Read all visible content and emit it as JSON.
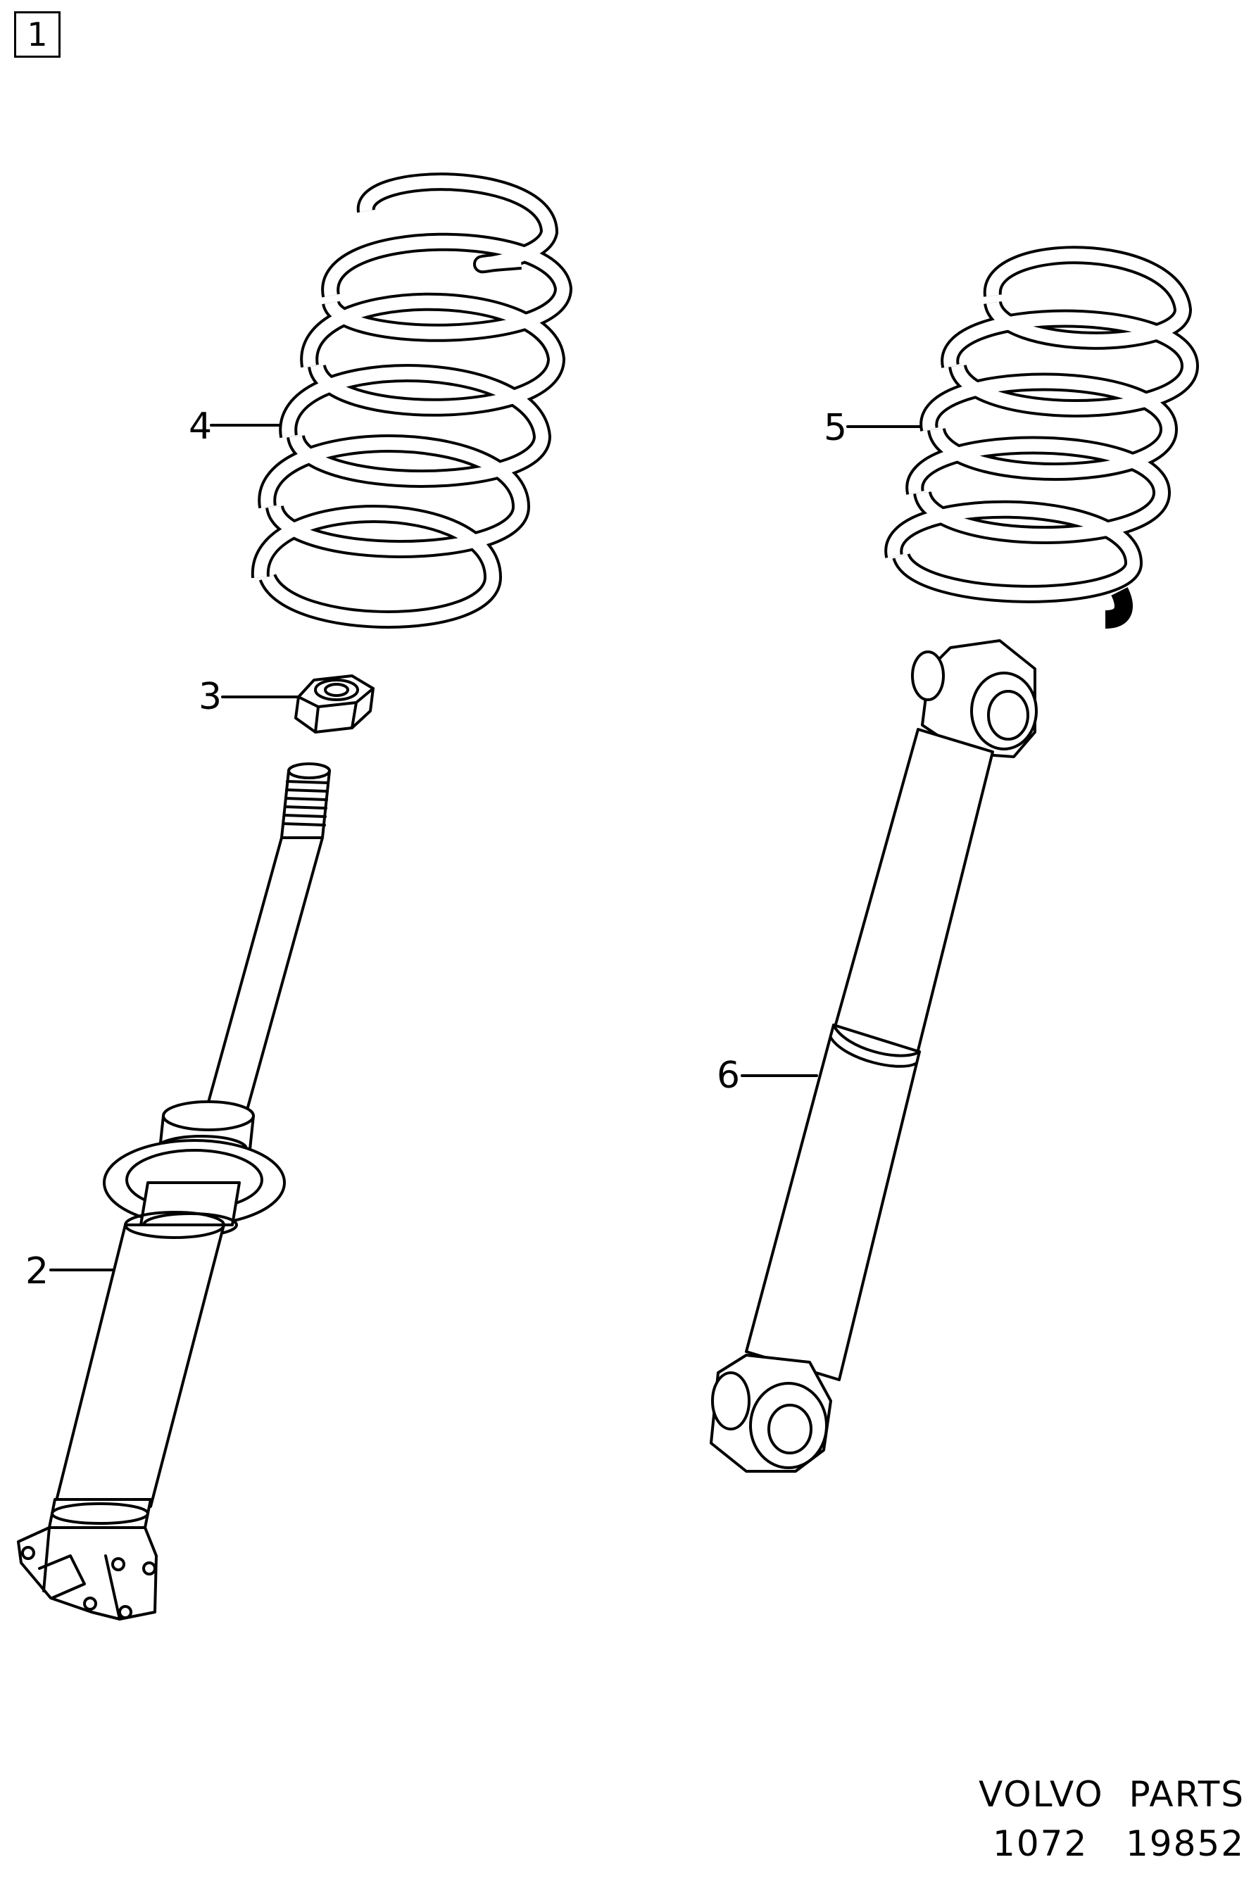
{
  "page": {
    "number": "1"
  },
  "callouts": [
    {
      "id": "4",
      "label": "4"
    },
    {
      "id": "3",
      "label": "3"
    },
    {
      "id": "2",
      "label": "2"
    },
    {
      "id": "5",
      "label": "5"
    },
    {
      "id": "6",
      "label": "6"
    }
  ],
  "footer": {
    "line1": "VOLVO  PARTS",
    "line2": "1072   19852"
  },
  "colors": {
    "ink": "#000000",
    "paper": "#ffffff"
  }
}
